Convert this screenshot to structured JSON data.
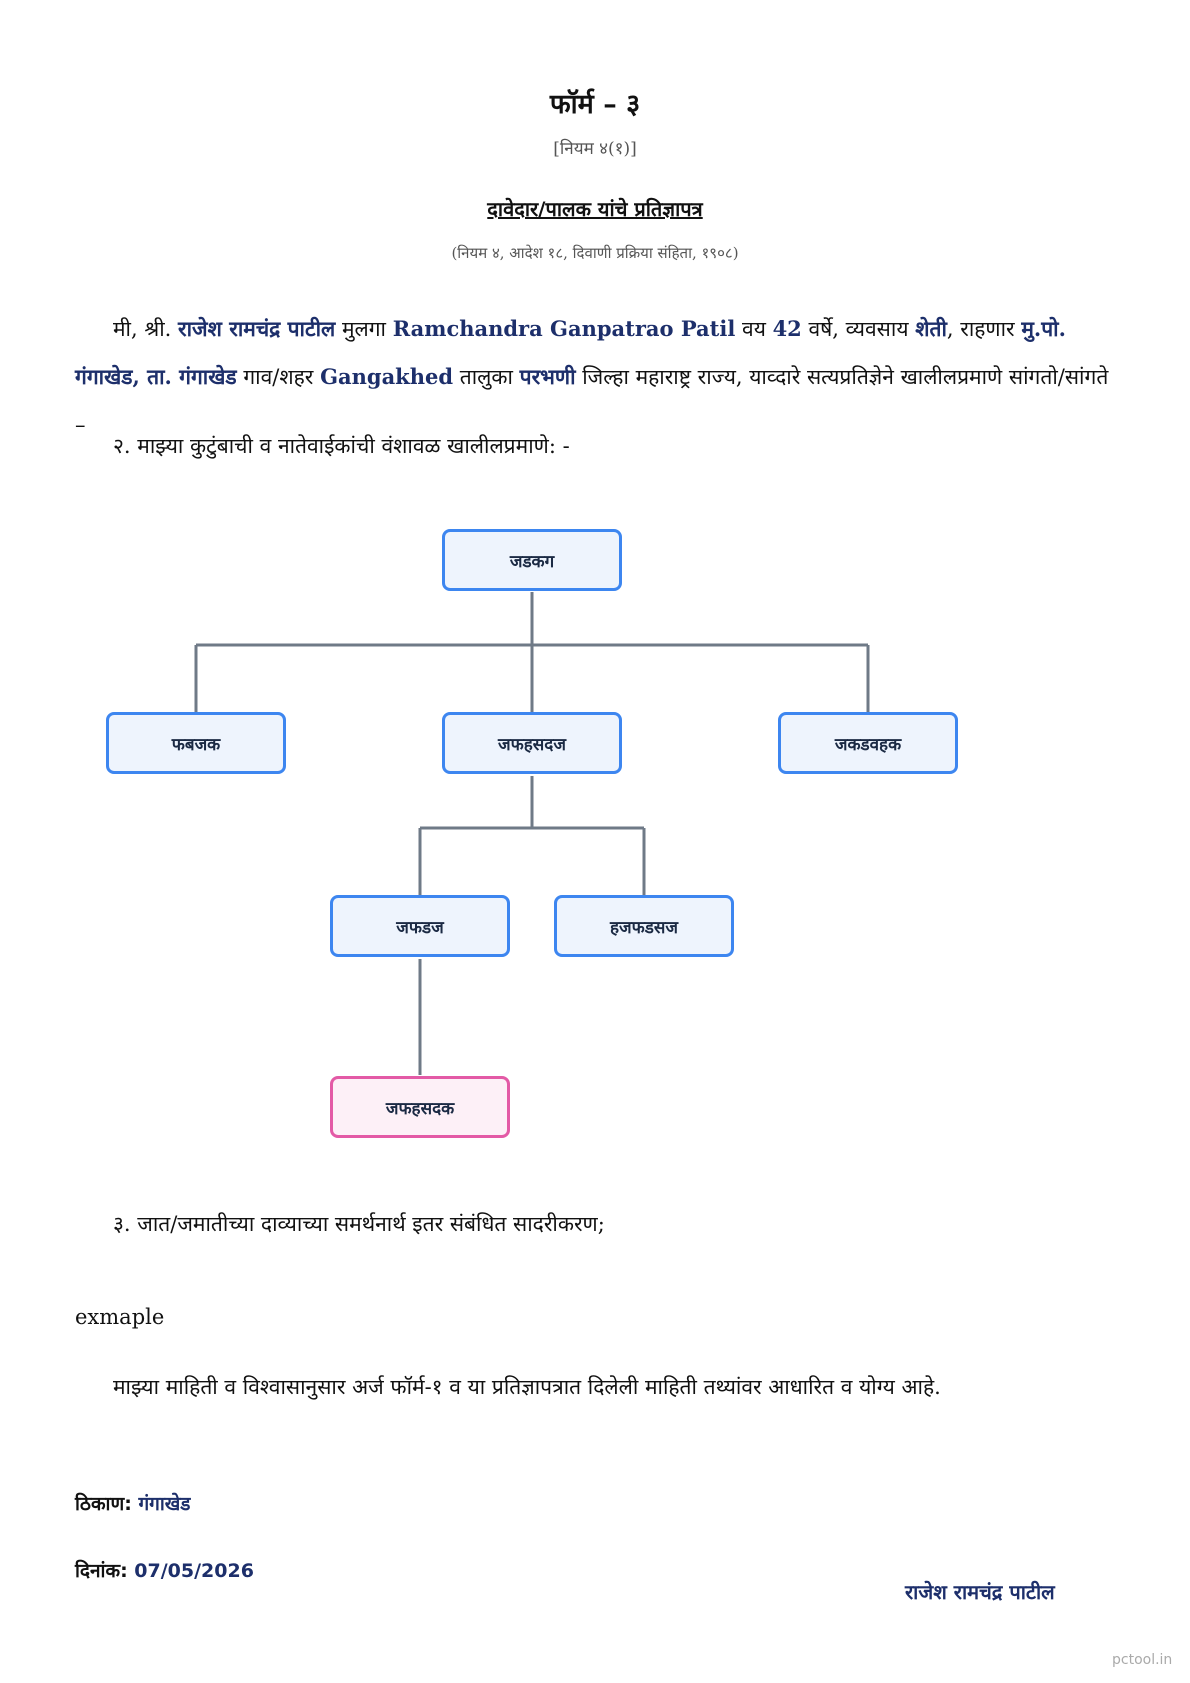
{
  "header": {
    "title": "फॉर्म – ३",
    "rule": "[नियम ४(१)]",
    "heading": "दावेदार/पालक यांचे प्रतिज्ञापत्र",
    "subheading": "(नियम ४, आदेश १८, दिवाणी प्रक्रिया संहिता, १९०८)"
  },
  "declaration": {
    "t1": "मी, श्री.",
    "name": "राजेश रामचंद्र पाटील",
    "t2": "मुलगा",
    "father": "Ramchandra Ganpatrao Patil",
    "t3": "वय",
    "age": "42",
    "t4": "वर्षे, व्यवसाय",
    "occupation": "शेती",
    "t5": ", राहणार",
    "address": "मु.पो. गंगाखेड, ता. गंगाखेड",
    "t6": "गाव/शहर",
    "city": "Gangakhed",
    "t7": "तालुका",
    "district": "परभणी",
    "t8": "जिल्हा महाराष्ट्र राज्य, याव्दारे सत्यप्रतिज्ञेने खालीलप्रमाणे सांगतो/सांगते –"
  },
  "section2": "२. माझ्या कुटुंबाची व नातेवाईकांची वंशावळ खालीलप्रमाणे: -",
  "tree": {
    "root": "जडकग",
    "child_left": "फबजक",
    "child_mid": "जफहसदज",
    "child_right": "जकडवहक",
    "grand_left": "जफडज",
    "grand_right": "हजफडसज",
    "great": "जफहसदक"
  },
  "section3": "३. जात/जमातीच्या दाव्याच्या समर्थनार्थ इतर संबंधित सादरीकरण;",
  "example": "exmaple",
  "affirmation": "माझ्या माहिती व विश्वासानुसार अर्ज फॉर्म-१ व या प्रतिज्ञापत्रात दिलेली माहिती तथ्यांवर आधारित व योग्य आहे.",
  "footer": {
    "place_label": "ठिकाण:",
    "place": "गंगाखेड",
    "date_label": "दिनांक:",
    "date": "07/05/2026",
    "signature": "राजेश रामचंद्र पाटील"
  },
  "watermark": "pctool.in",
  "colors": {
    "highlight": "#1d2f6b",
    "node_border": "#3d86f0",
    "node_fill": "#eef4fd",
    "self_border": "#e35aa6",
    "connector": "#6f7a87"
  }
}
